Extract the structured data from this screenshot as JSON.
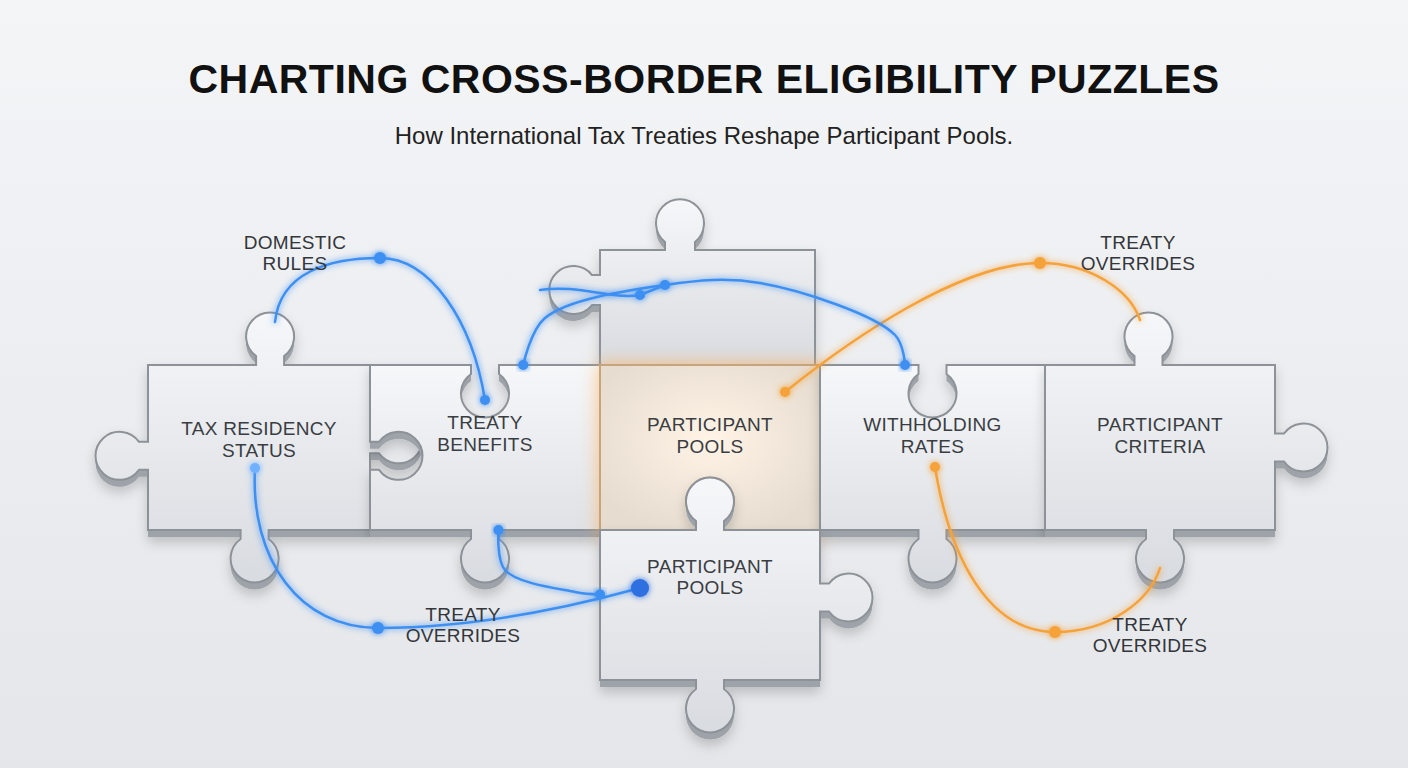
{
  "diagram": {
    "title": "CHARTING CROSS-BORDER ELIGIBILITY PUZZLES",
    "caption": "How International Tax Treaties Reshape Participant Pools.",
    "nodes": [
      {
        "text": [
          "TAX RESIDENCY STATUS"
        ]
      },
      {
        "text": [
          "TREATY BENEFITS"
        ]
      },
      {
        "text": [
          "PARTICIPANT POOLS"
        ]
      },
      {
        "text": [
          "WITHHOLDING RATES"
        ]
      },
      {
        "text": [
          "PARTICIPANT CRITERIA"
        ]
      },
      {
        "text": [
          "PARTICIPANT POOLS"
        ]
      }
    ],
    "edges": [
      {
        "from": 1,
        "to": 3,
        "arrow": "none"
      },
      {
        "from": 1,
        "to": 5,
        "arrow": "none"
      }
    ],
    "labels": [
      "DOMESTIC RULES",
      "TREATY OVERRIDES",
      "TREATY OVERRIDES",
      "TREATY OVERRIDES"
    ]
  }
}
